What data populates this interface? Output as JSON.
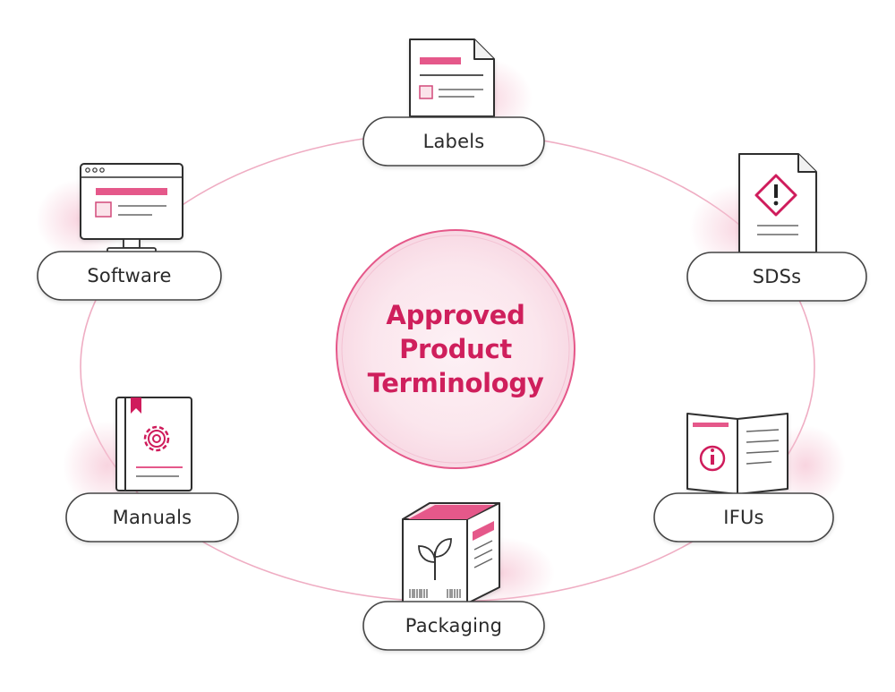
{
  "center": {
    "lines": [
      "Approved",
      "Product",
      "Terminology"
    ]
  },
  "nodes": {
    "labels": {
      "label": "Labels",
      "icon": "label-document-icon"
    },
    "sdss": {
      "label": "SDSs",
      "icon": "hazard-document-icon"
    },
    "ifus": {
      "label": "IFUs",
      "icon": "open-book-info-icon"
    },
    "packaging": {
      "label": "Packaging",
      "icon": "product-box-icon"
    },
    "manuals": {
      "label": "Manuals",
      "icon": "manual-gear-icon"
    },
    "software": {
      "label": "Software",
      "icon": "monitor-window-icon"
    }
  },
  "colors": {
    "accent": "#cf1f5c",
    "accent_light": "#e5588a",
    "ring": "#efadc3",
    "outline": "#2f2f2f"
  }
}
